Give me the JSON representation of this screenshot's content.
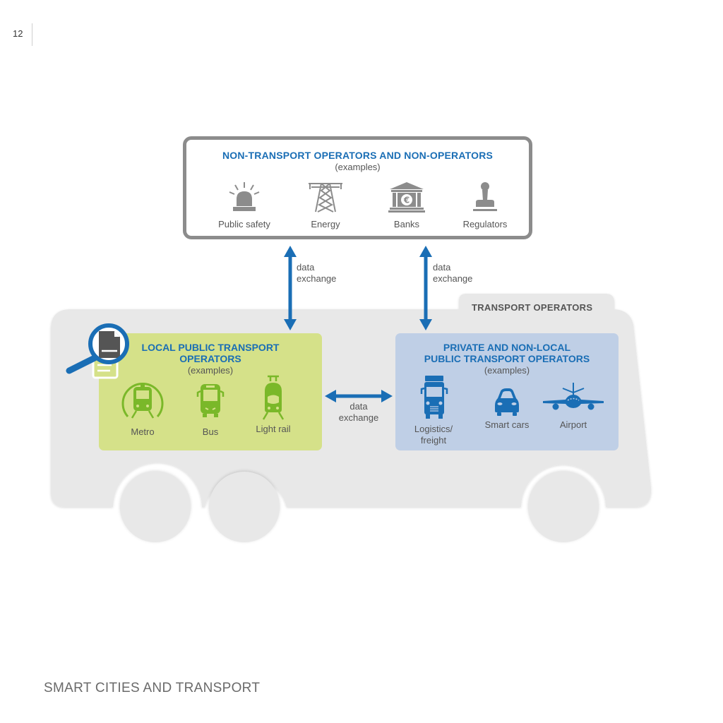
{
  "page": {
    "number": "12",
    "footer": "SMART CITIES AND TRANSPORT"
  },
  "non_transport": {
    "title": "NON-TRANSPORT OPERATORS AND NON-OPERATORS",
    "subtitle": "(examples)",
    "items": [
      {
        "label": "Public safety",
        "icon": "siren-icon"
      },
      {
        "label": "Energy",
        "icon": "power-pylon-icon"
      },
      {
        "label": "Banks",
        "icon": "bank-euro-icon"
      },
      {
        "label": "Regulators",
        "icon": "stamp-icon"
      }
    ]
  },
  "exchanges": {
    "left_vertical": [
      "data",
      "exchange"
    ],
    "right_vertical": [
      "data",
      "exchange"
    ],
    "horizontal": [
      "data",
      "exchange"
    ]
  },
  "transport_operators": {
    "label": "TRANSPORT OPERATORS",
    "local": {
      "title_line1": "LOCAL PUBLIC TRANSPORT",
      "title_line2": "OPERATORS",
      "subtitle": "(examples)",
      "items": [
        {
          "label": "Metro",
          "icon": "metro-icon"
        },
        {
          "label": "Bus",
          "icon": "bus-icon"
        },
        {
          "label": "Light rail",
          "icon": "tram-icon"
        }
      ]
    },
    "private": {
      "title_line1": "PRIVATE AND NON-LOCAL",
      "title_line2": "PUBLIC TRANSPORT OPERATORS",
      "subtitle": "(examples)",
      "items": [
        {
          "label_line1": "Logistics/",
          "label_line2": "freight",
          "icon": "truck-icon"
        },
        {
          "label_line1": "Smart cars",
          "label_line2": "",
          "icon": "car-icon"
        },
        {
          "label_line1": "Airport",
          "label_line2": "",
          "icon": "airplane-icon"
        }
      ]
    }
  },
  "colors": {
    "accent_blue": "#1a6eb5",
    "green_box": "#d5e189",
    "green_icon": "#7ab829",
    "blue_box": "#bfcfe6",
    "bus_body": "#e8e8e8",
    "border_gray": "#8c8c8c"
  }
}
